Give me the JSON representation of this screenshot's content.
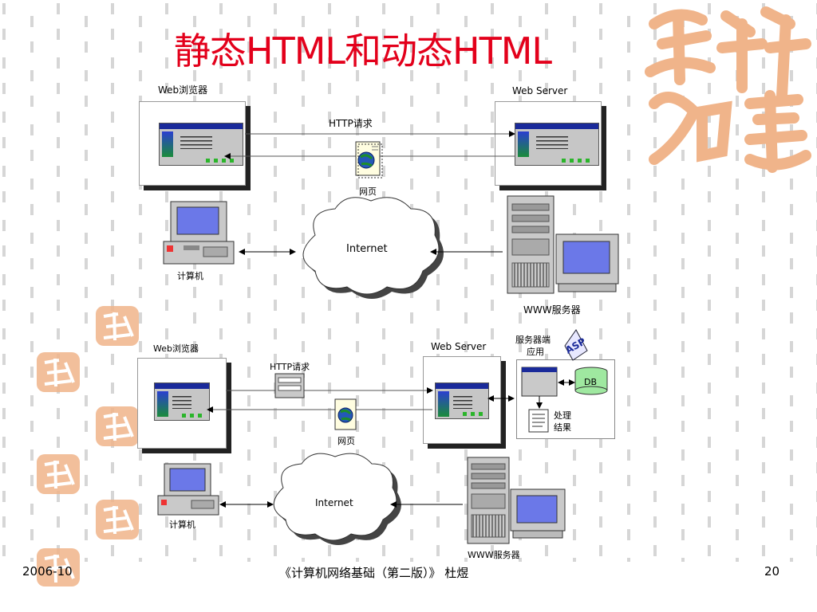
{
  "title": "静态HTML和动态HTML",
  "top_diagram": {
    "browser_label": "Web浏览器",
    "server_label": "Web Server",
    "http_request": "HTTP请求",
    "webpage": "网页",
    "computer": "计算机",
    "internet": "Internet",
    "www_server": "WWW服务器"
  },
  "bottom_diagram": {
    "browser_label": "Web浏览器",
    "server_label": "Web Server",
    "http_request": "HTTP请求",
    "webpage": "网页",
    "server_app_line1": "服务器端",
    "server_app_line2": "应用",
    "asp": "ASP",
    "db": "DB",
    "result_line1": "处理",
    "result_line2": "结果",
    "computer": "计算机",
    "internet": "Internet",
    "www_server": "WWW服务器"
  },
  "footer": {
    "date": "2006-10",
    "book": "《计算机网络基础（第二版）》 杜煜",
    "page": "20"
  },
  "colors": {
    "title": "#e3001b",
    "decoration": "#f0b48a",
    "window_bar": "#1a2a9a"
  },
  "icons": [
    "browser-window-icon",
    "webpage-document-icon",
    "desktop-computer-icon",
    "server-tower-icon",
    "cloud-icon",
    "form-icon",
    "database-icon",
    "asp-icon",
    "result-document-icon"
  ]
}
